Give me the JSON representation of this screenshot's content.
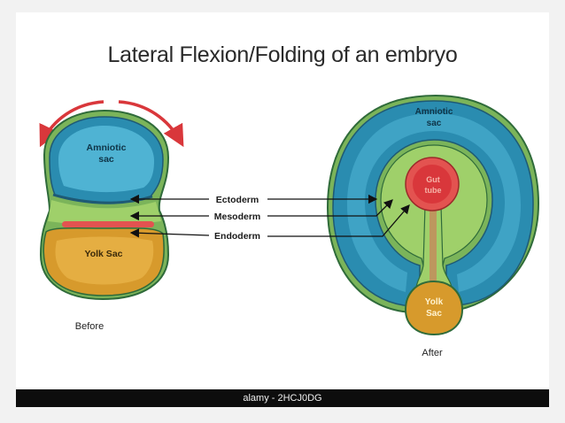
{
  "title": "Lateral Flexion/Folding of an embryo",
  "labels": {
    "amniotic_left": [
      "Amniotic",
      "sac"
    ],
    "yolk_left": "Yolk Sac",
    "ectoderm": "Ectoderm",
    "mesoderm": "Mesoderm",
    "endoderm": "Endoderm",
    "before": "Before",
    "after": "After",
    "amniotic_right": [
      "Amniotic",
      "sac"
    ],
    "gut_tube": [
      "Gut",
      "tube"
    ],
    "yolk_right": [
      "Yolk",
      "Sac"
    ]
  },
  "watermark": "alamy - 2HCJ0DG",
  "colors": {
    "amniotic": "#2a8cb0",
    "amniotic_inner": "#4fb3d3",
    "mesoderm": "#9fd06a",
    "outline": "#2f6b3a",
    "yolk": "#d79a2c",
    "yolk_inner": "#f0bf56",
    "endoderm": "#e35350",
    "arrow_red": "#d9373b"
  }
}
